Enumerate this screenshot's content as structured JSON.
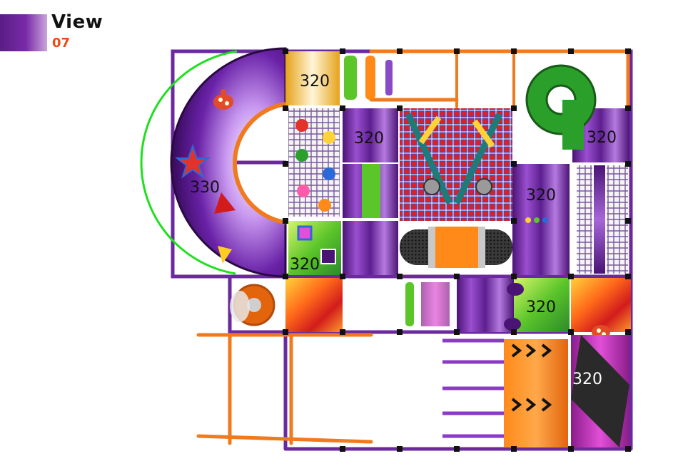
{
  "header": {
    "title": "View",
    "number": "07"
  },
  "zones": [
    {
      "id": "z1",
      "label": "320"
    },
    {
      "id": "z2",
      "label": "320"
    },
    {
      "id": "z3",
      "label": "320"
    },
    {
      "id": "z4",
      "label": "330"
    },
    {
      "id": "z5",
      "label": "320"
    },
    {
      "id": "z6",
      "label": "320"
    },
    {
      "id": "z7",
      "label": "320"
    },
    {
      "id": "z8",
      "label": "320"
    }
  ],
  "colors": {
    "frame_purple": "#6a2a9e",
    "frame_orange": "#f07a1e",
    "slide_green": "#2aa02a"
  }
}
